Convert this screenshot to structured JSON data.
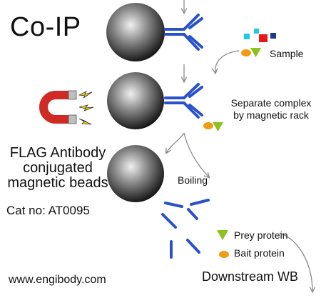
{
  "title": "Co-IP",
  "labels": {
    "sample": "Sample",
    "separate_line1": "Separate complex",
    "separate_line2": "by magnetic rack",
    "beads_line1": "FLAG Antibody",
    "beads_line2": "conjugated",
    "beads_line3": "magnetic beads",
    "cat_no": "Cat no: AT0095",
    "boiling": "Boiling",
    "prey_protein": "Prey protein",
    "bait_protein": "Bait protein",
    "downstream": "Downstream WB",
    "website": "www.engibody.com"
  },
  "icons": {
    "bead": "magnetic-bead",
    "antibody": "y-shaped-antibody",
    "magnet": "horseshoe-magnet",
    "prey": "green-triangle",
    "bait": "orange-ellipse"
  },
  "colors": {
    "antibody": "#2a52c8",
    "prey_protein": "#8cc21e",
    "bait_protein": "#f29a11",
    "bead_dark": "#1c1c1c",
    "bead_light": "#e8e8e8",
    "magnet_red": "#cf2a24",
    "magnet_tip": "#bfbfbf",
    "spark": "#f2d21a",
    "arrow": "#8a8a8a",
    "sample_cyan": "#1ec8e6",
    "sample_red": "#e81818",
    "sample_navy": "#1e3a8a"
  }
}
